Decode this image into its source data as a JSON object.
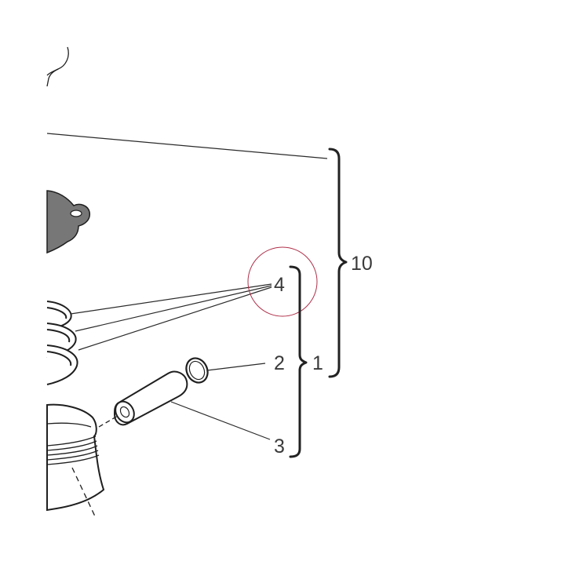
{
  "callouts": {
    "ring_set": "4",
    "circlip": "2",
    "piston_pin": "3",
    "piston_kit": "1",
    "cylinder_kit": "10"
  },
  "colors": {
    "line": "#222222",
    "gasket_fill": "#777777",
    "highlight_circle": "#b0304a",
    "label_text": "#3a3a3a"
  }
}
